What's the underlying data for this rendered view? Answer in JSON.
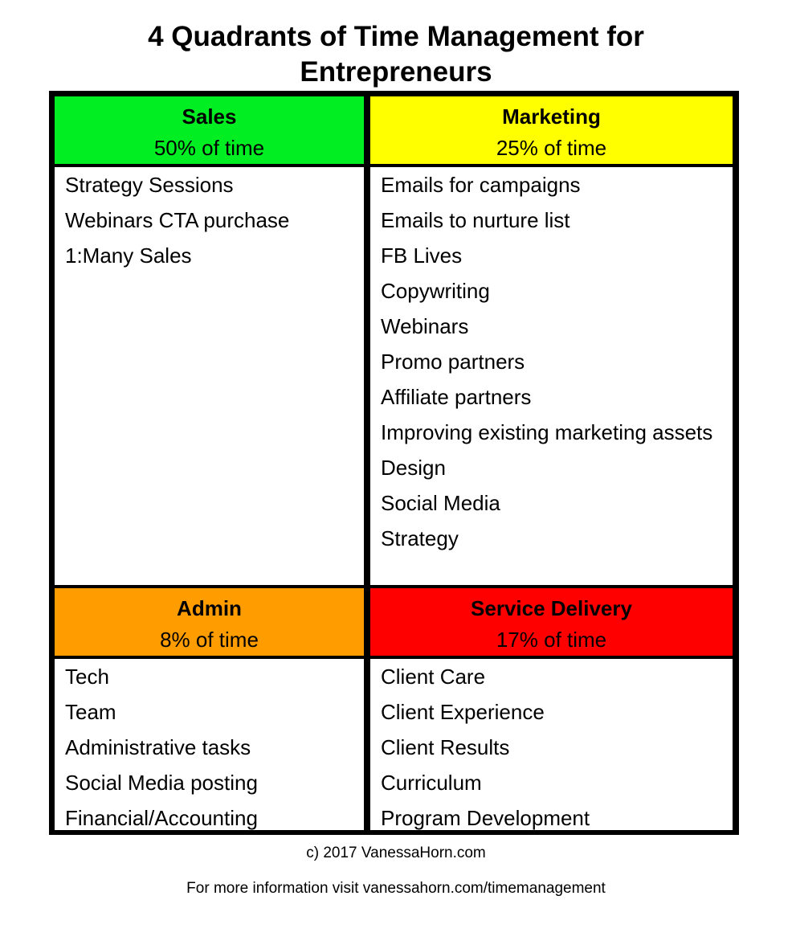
{
  "title": {
    "line1": "4 Quadrants of Time Management for",
    "line2": "Entrepreneurs"
  },
  "colors": {
    "sales": "#00ee22",
    "marketing": "#ffff00",
    "admin": "#ff9d00",
    "service_delivery": "#ff0000"
  },
  "quadrants": {
    "sales": {
      "name": "Sales",
      "percent": "50% of time",
      "items": [
        "Strategy Sessions",
        "Webinars CTA purchase",
        "1:Many Sales"
      ]
    },
    "marketing": {
      "name": "Marketing",
      "percent": "25% of time",
      "items": [
        "Emails for campaigns",
        "Emails to nurture list",
        "FB Lives",
        "Copywriting",
        "Webinars",
        "Promo partners",
        "Affiliate partners",
        "Improving existing marketing assets",
        "Design",
        "Social Media",
        "Strategy"
      ]
    },
    "admin": {
      "name": "Admin",
      "percent": "8% of time",
      "items": [
        "Tech",
        "Team",
        "Administrative tasks",
        "Social Media posting",
        "Financial/Accounting"
      ]
    },
    "service_delivery": {
      "name": "Service Delivery",
      "percent": "17% of time",
      "items": [
        "Client Care",
        "Client Experience",
        "Client Results",
        "Curriculum",
        "Program Development"
      ]
    }
  },
  "footer": {
    "copyright": "c) 2017 VanessaHorn.com",
    "more_info": "For more information visit vanessahorn.com/timemanagement"
  }
}
